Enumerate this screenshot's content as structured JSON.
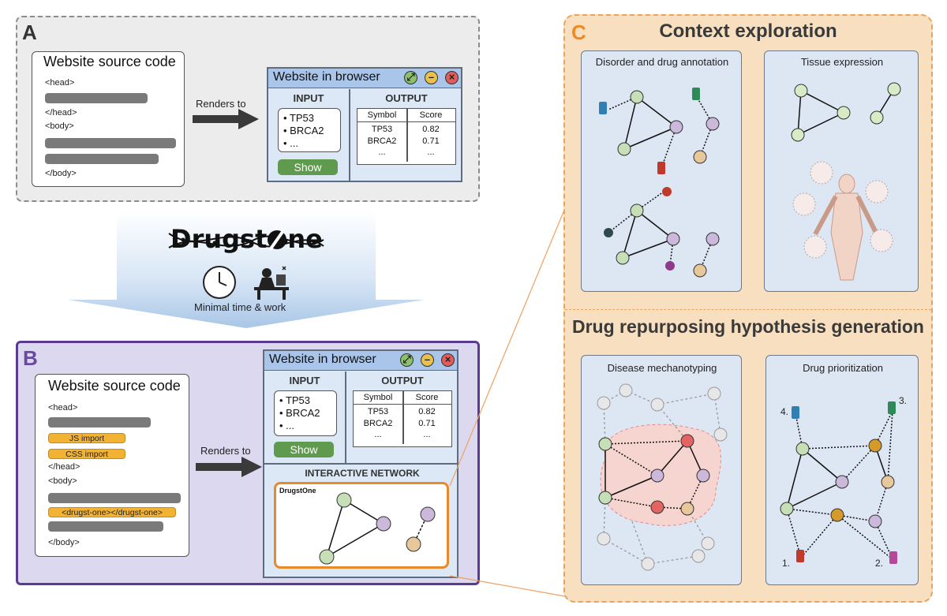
{
  "panelA": {
    "letter": "A",
    "source": {
      "title": "Website source code",
      "tags": [
        "<head>",
        "</head>",
        "<body>",
        "</body>"
      ]
    },
    "arrow_label": "Renders to",
    "browser": {
      "title": "Website in browser",
      "input_header": "INPUT",
      "output_header": "OUTPUT",
      "inputs": [
        "TP53",
        "BRCA2",
        "..."
      ],
      "button": "Show",
      "table": {
        "columns": [
          "Symbol",
          "Score"
        ],
        "rows": [
          [
            "TP53",
            "0.82"
          ],
          [
            "BRCA2",
            "0.71"
          ],
          [
            "...",
            "..."
          ]
        ]
      }
    }
  },
  "middle": {
    "logo": "Drugst",
    "logo_end": "ne",
    "caption": "Minimal time & work"
  },
  "panelB": {
    "letter": "B",
    "source": {
      "title": "Website source code",
      "tags": [
        "<head>",
        "</head>",
        "<body>",
        "</body>"
      ],
      "js_import": "JS import",
      "css_import": "CSS import",
      "drugst_tag": "<drugst-one></drugst-one>"
    },
    "arrow_label": "Renders to",
    "browser": {
      "title": "Website in browser",
      "input_header": "INPUT",
      "output_header": "OUTPUT",
      "inputs": [
        "TP53",
        "BRCA2",
        "..."
      ],
      "button": "Show",
      "table": {
        "columns": [
          "Symbol",
          "Score"
        ],
        "rows": [
          [
            "TP53",
            "0.82"
          ],
          [
            "BRCA2",
            "0.71"
          ],
          [
            "...",
            "..."
          ]
        ]
      },
      "network_header": "INTERACTIVE NETWORK",
      "mini_logo": "DrugstOne"
    }
  },
  "panelC": {
    "letter": "C",
    "heading1": "Context exploration",
    "heading2": "Drug repurposing hypothesis generation",
    "sub": {
      "disorder": "Disorder and drug annotation",
      "tissue": "Tissue expression",
      "mechano": "Disease mechanotyping",
      "prior": "Drug prioritization"
    },
    "ranks": [
      "1.",
      "2.",
      "3.",
      "4."
    ]
  },
  "colors": {
    "panelA_bg": "#ececec",
    "panelB_border": "#5b3b91",
    "panelC_accent": "#f08a24",
    "node_green": "#c6dfb7",
    "node_purple": "#cbb8da",
    "node_orange": "#d69a2a",
    "node_red": "#e46464",
    "drug_red": "#c0392b",
    "drug_blue": "#2f7fb5",
    "drug_green": "#2e8b57",
    "drug_pink": "#b5489a"
  }
}
